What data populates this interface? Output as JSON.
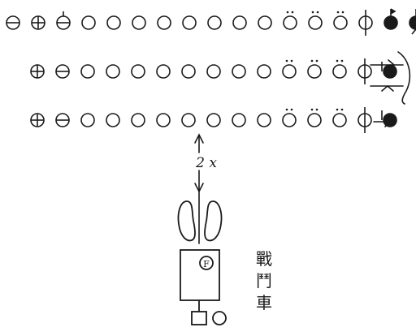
{
  "diagram": {
    "title": "",
    "rows": [
      {
        "id": "row-1",
        "symbols": [
          "circle-minus",
          "circle-plus",
          "circle-flag",
          "circle",
          "circle",
          "circle",
          "circle",
          "circle",
          "circle",
          "circle",
          "circle",
          "circle-dots",
          "circle-dots",
          "circle-dots",
          "circle-bar",
          "flag-filled",
          "flag-filled-arrow"
        ]
      },
      {
        "id": "row-2",
        "symbols": [
          "circle-plus",
          "circle-minus",
          "circle",
          "circle",
          "circle",
          "circle",
          "circle",
          "circle",
          "circle",
          "circle",
          "circle-dots",
          "circle-dots",
          "circle-dots",
          "circle-bar",
          "circle-filled"
        ]
      },
      {
        "id": "row-3",
        "symbols": [
          "circle-plus",
          "circle-minus",
          "circle",
          "circle",
          "circle",
          "circle",
          "circle",
          "circle",
          "circle",
          "circle",
          "circle-dots",
          "circle-dots",
          "circle-dots",
          "circle-bar",
          "circle-filled"
        ]
      }
    ],
    "distance_label": "2 x",
    "vehicle_label": "戰鬥車",
    "vehicle_marker": "F"
  },
  "colors": {
    "ink": "#1a1a1a",
    "paper": "#ffffff"
  }
}
